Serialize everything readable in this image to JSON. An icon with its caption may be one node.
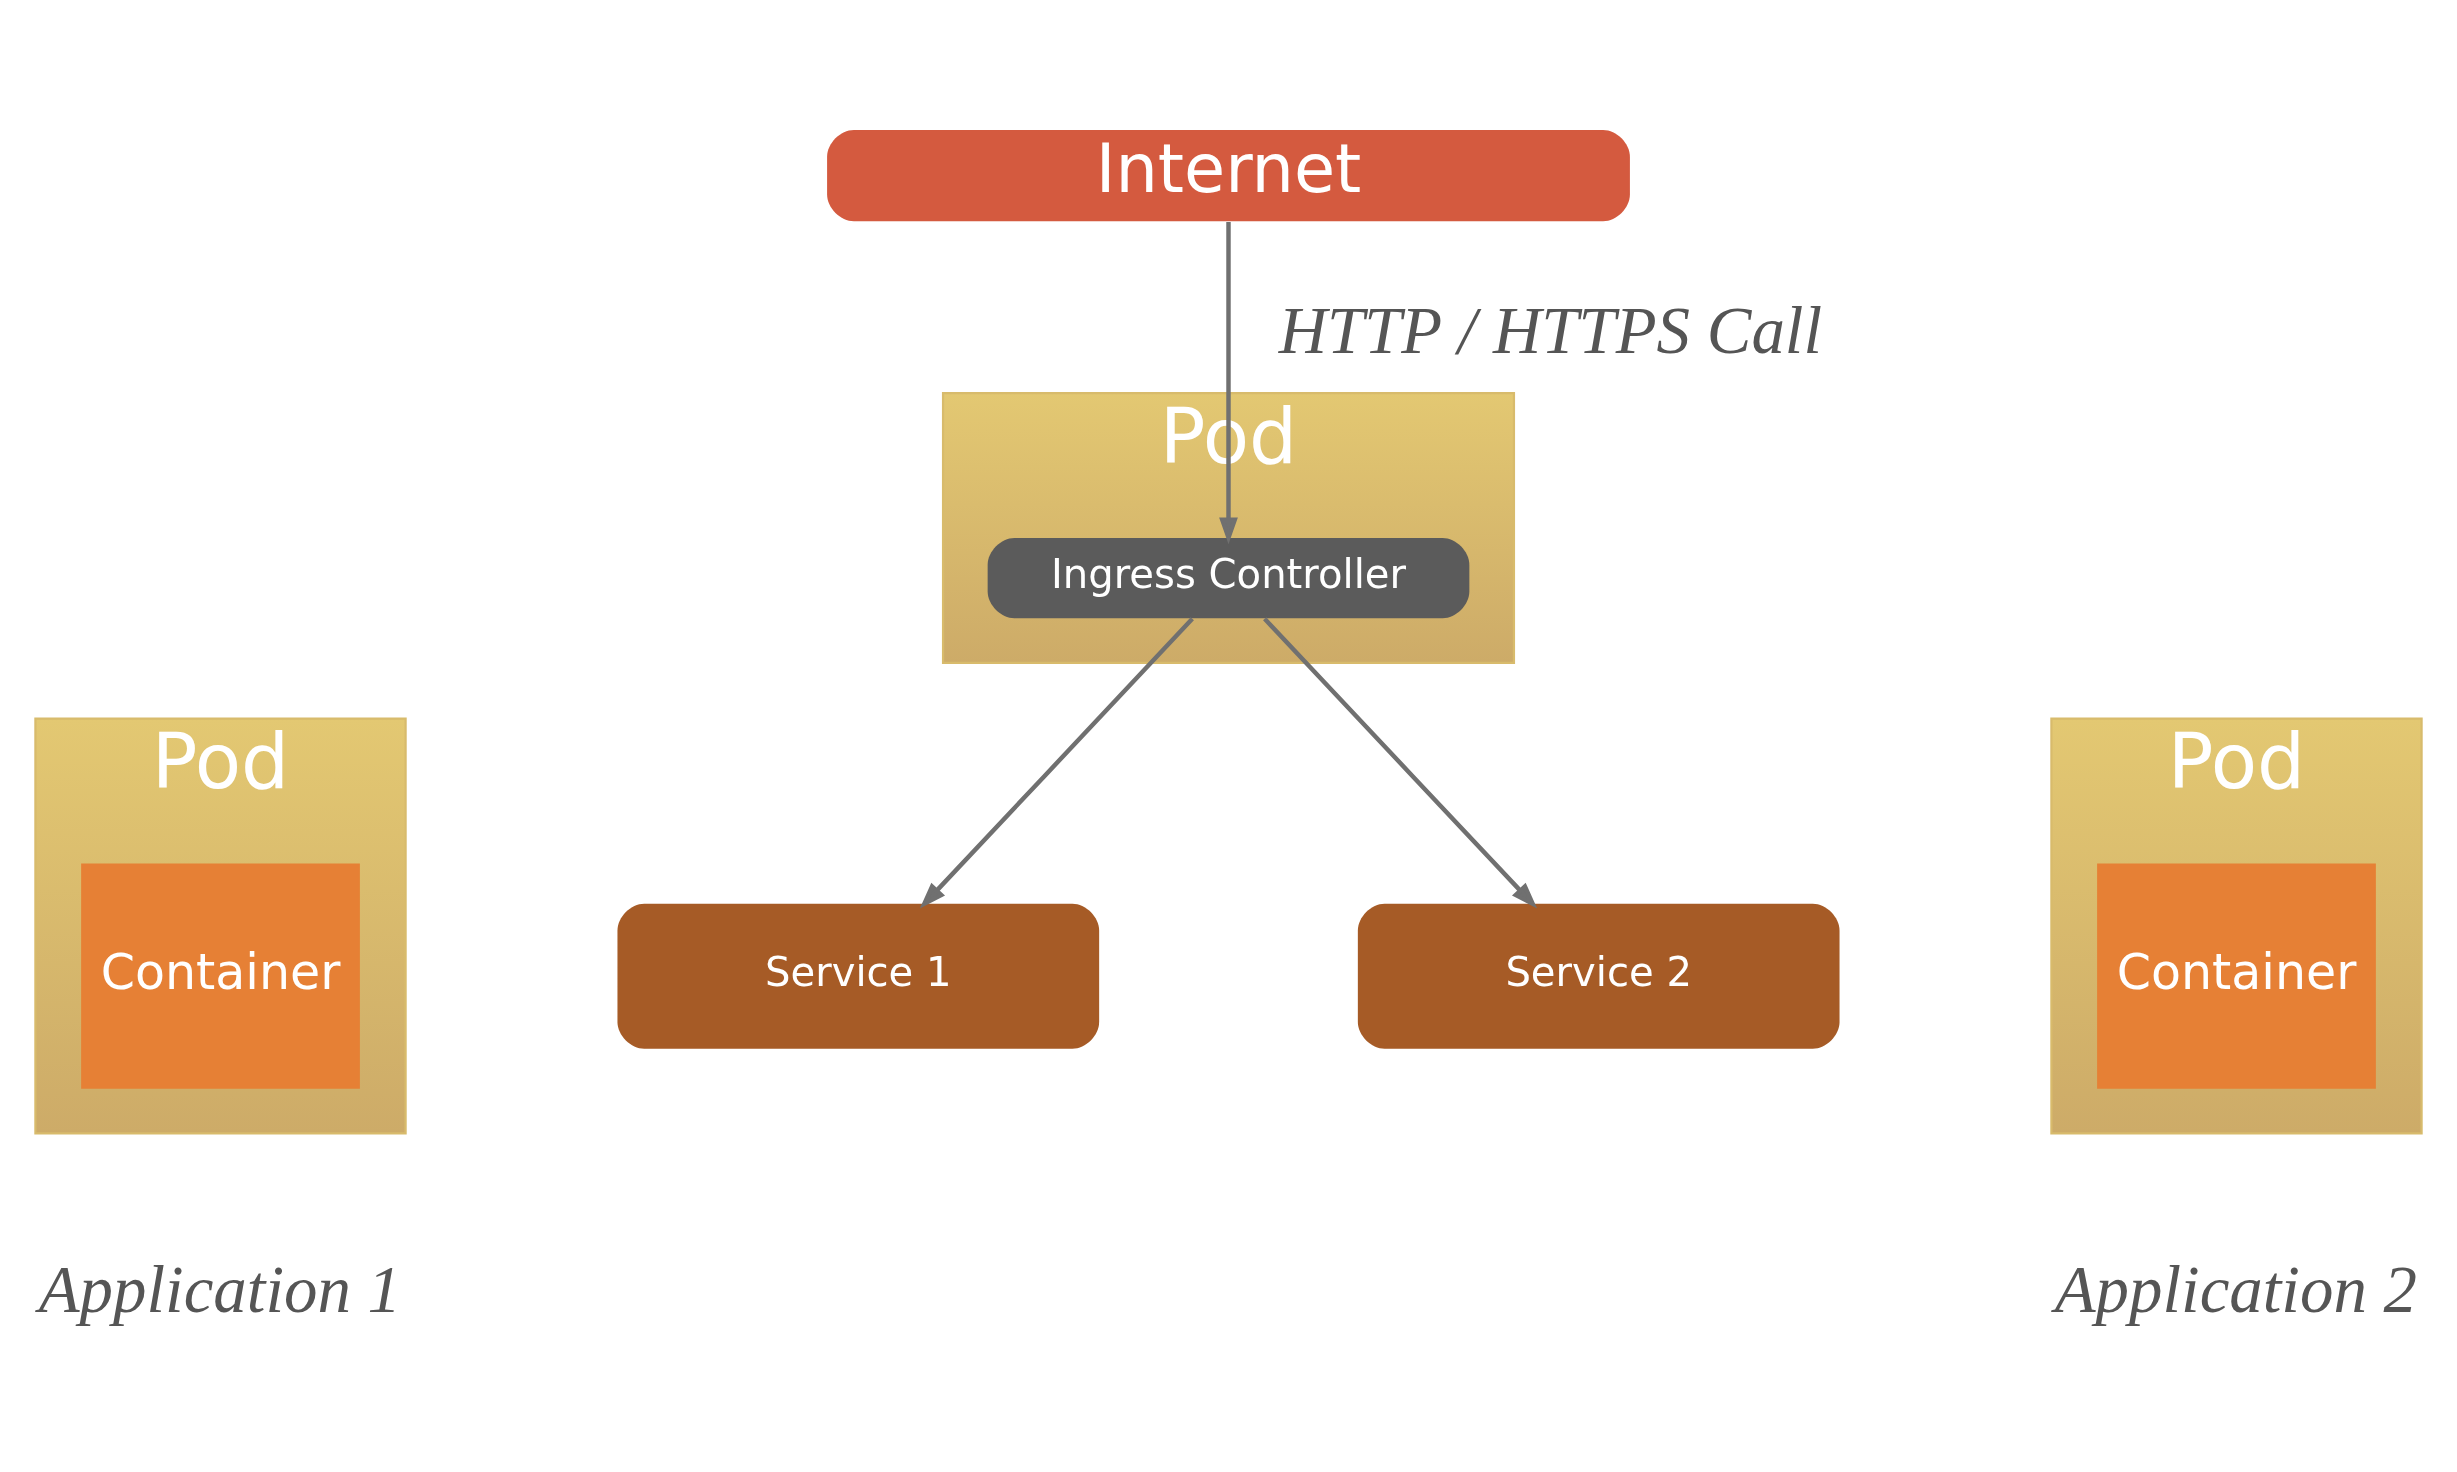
{
  "diagram": {
    "nodes": [
      {
        "text": [
          "Internet"
        ]
      },
      {
        "text": [
          "Pod"
        ]
      },
      {
        "text": [
          "Ingress Controller"
        ],
        "in": 1
      },
      {
        "text": [
          "Pod"
        ],
        "beside": [
          "Application 1"
        ]
      },
      {
        "text": [
          "Container"
        ],
        "in": 3
      },
      {
        "text": [
          "Service 1"
        ]
      },
      {
        "text": [
          "Service 2"
        ]
      },
      {
        "text": [
          "Pod"
        ],
        "beside": [
          "Application 2"
        ]
      },
      {
        "text": [
          "Container"
        ],
        "in": 7
      }
    ],
    "edges": [
      {
        "from": 0,
        "to": 2,
        "arrow": "to",
        "label": "HTTP / HTTPS Call"
      },
      {
        "from": 2,
        "to": 5,
        "arrow": "to"
      },
      {
        "from": 2,
        "to": 6,
        "arrow": "to"
      }
    ]
  }
}
